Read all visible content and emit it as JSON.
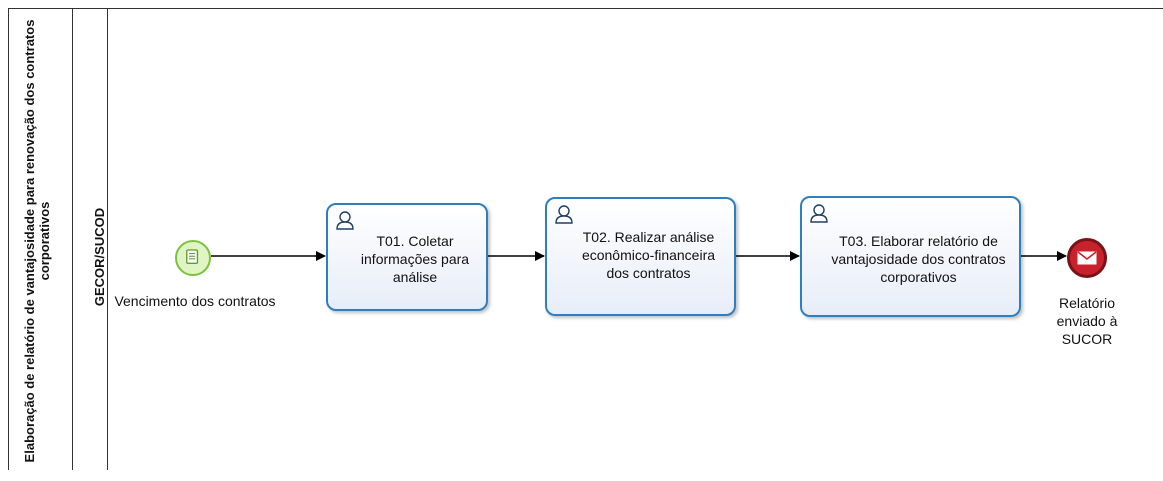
{
  "pool": {
    "title": "Elaboração de relatório de vantajosidade para renovação dos contratos corporativos"
  },
  "lane": {
    "title": "GECOR/SUCOD"
  },
  "start_event": {
    "label": "Vencimento dos contratos",
    "icon": "document-icon",
    "color": "#7cc23e"
  },
  "tasks": [
    {
      "label": "T01. Coletar informações  para análise",
      "icon": "user-icon"
    },
    {
      "label": "T02. Realizar análise econômico-financeira dos contratos",
      "icon": "user-icon"
    },
    {
      "label": "T03. Elaborar relatório de vantajosidade dos contratos corporativos",
      "icon": "user-icon"
    }
  ],
  "end_event": {
    "label": "Relatório enviado à SUCOR",
    "icon": "envelope-icon",
    "color": "#c8232c"
  },
  "colors": {
    "task_border": "#2e7fc0",
    "flow": "#000000"
  }
}
